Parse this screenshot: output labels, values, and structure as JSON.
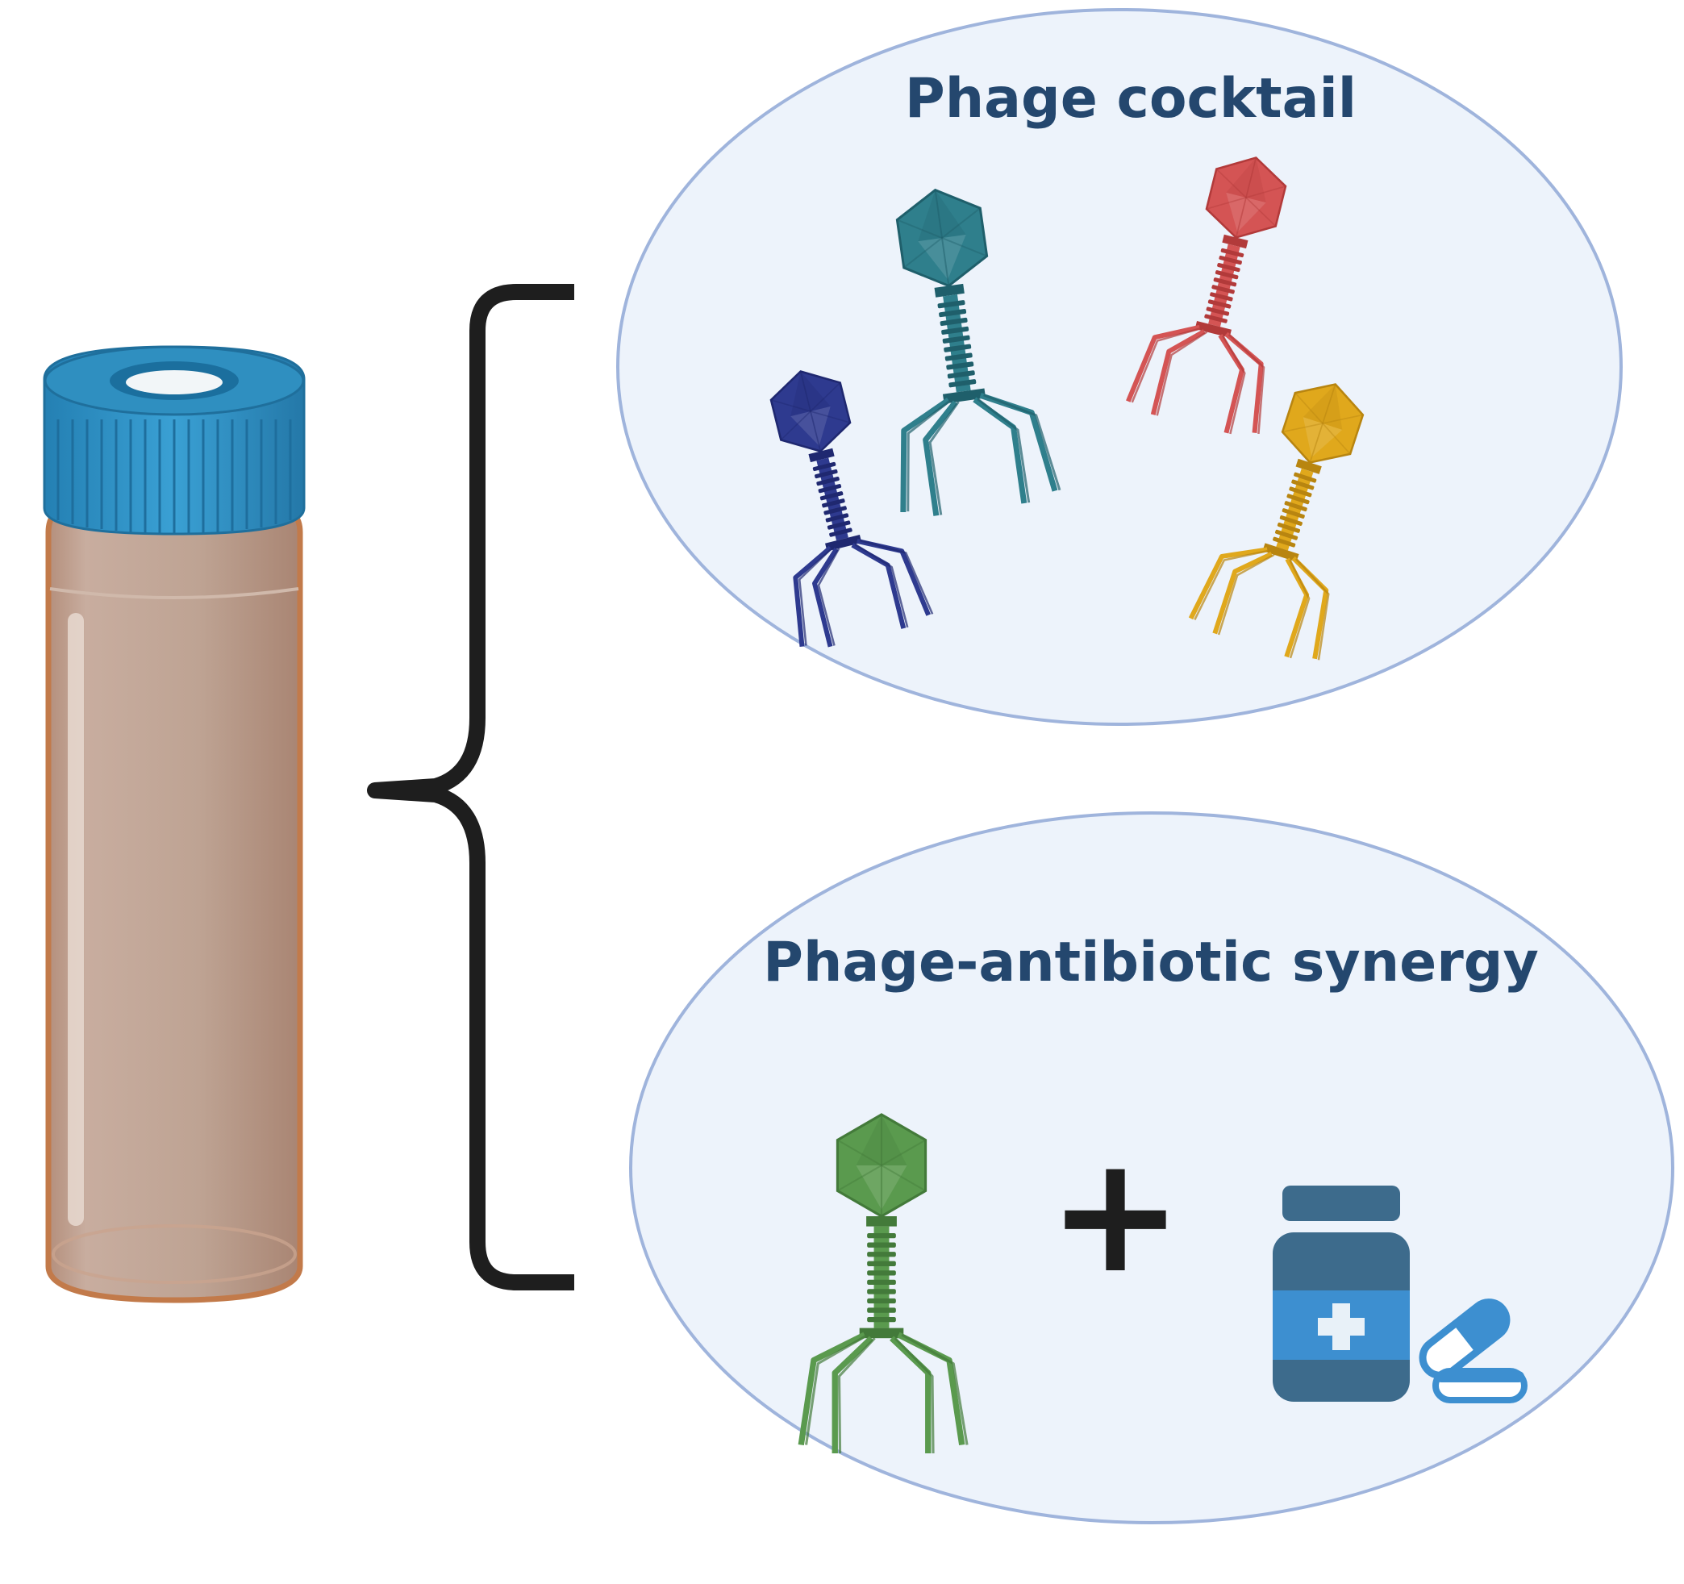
{
  "panels": {
    "cocktail": {
      "title": "Phage cocktail",
      "phages": [
        {
          "name": "teal-phage",
          "color": "#2f7f8c",
          "dark": "#1f5f6b"
        },
        {
          "name": "red-phage",
          "color": "#d45454",
          "dark": "#b23a3a"
        },
        {
          "name": "navy-phage",
          "color": "#2e3a8f",
          "dark": "#1f2870"
        },
        {
          "name": "gold-phage",
          "color": "#e0a81c",
          "dark": "#b88510"
        }
      ]
    },
    "synergy": {
      "title": "Phage-antibiotic synergy",
      "phage": {
        "name": "green-phage",
        "color": "#5a9a4e",
        "dark": "#437a3a"
      },
      "operator": "+",
      "antibiotic_color": "#3d6b8c",
      "pill_color": "#3d8fd0"
    }
  },
  "colors": {
    "ellipse_fill": "#edf3fb",
    "ellipse_stroke": "#9fb4dc",
    "title": "#24476e",
    "vial_body": "#bfa496",
    "vial_edge": "#c27a4a",
    "vial_cap": "#2f8fc0",
    "bracket": "#1e1e1e"
  }
}
